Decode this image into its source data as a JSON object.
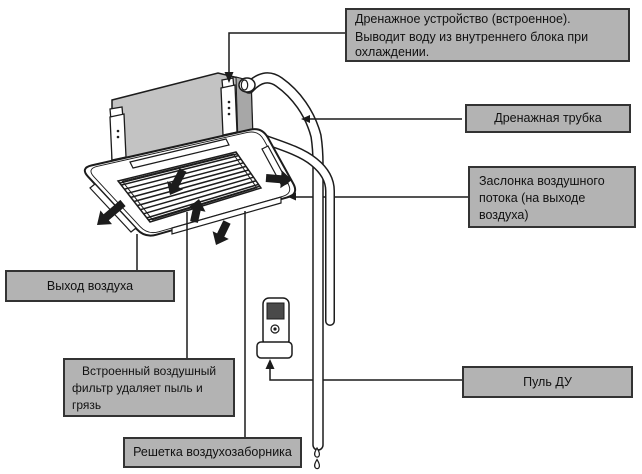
{
  "callouts": {
    "drain_device": {
      "line1": "Дренажное устройство (встроенное).",
      "line2": "Выводит воду из внутреннего блока при охлаждении."
    },
    "drain_pipe": {
      "label": "Дренажная трубка"
    },
    "air_flap": {
      "label": "Заслонка воздушного потока (на выходе воздуха)"
    },
    "air_outlet": {
      "label": "Выход воздуха"
    },
    "air_filter": {
      "label": "Встроенный воздушный фильтр удаляет пыль и грязь"
    },
    "intake_grille": {
      "label": "Решетка воздухозаборника"
    },
    "remote_control": {
      "label": "Пуль ДУ"
    }
  },
  "colors": {
    "box_fill": "#b3b3b3",
    "box_border": "#333333",
    "line": "#1c1c1c",
    "unit_face": "#c3c3c3",
    "unit_side": "#a7a7a7"
  }
}
